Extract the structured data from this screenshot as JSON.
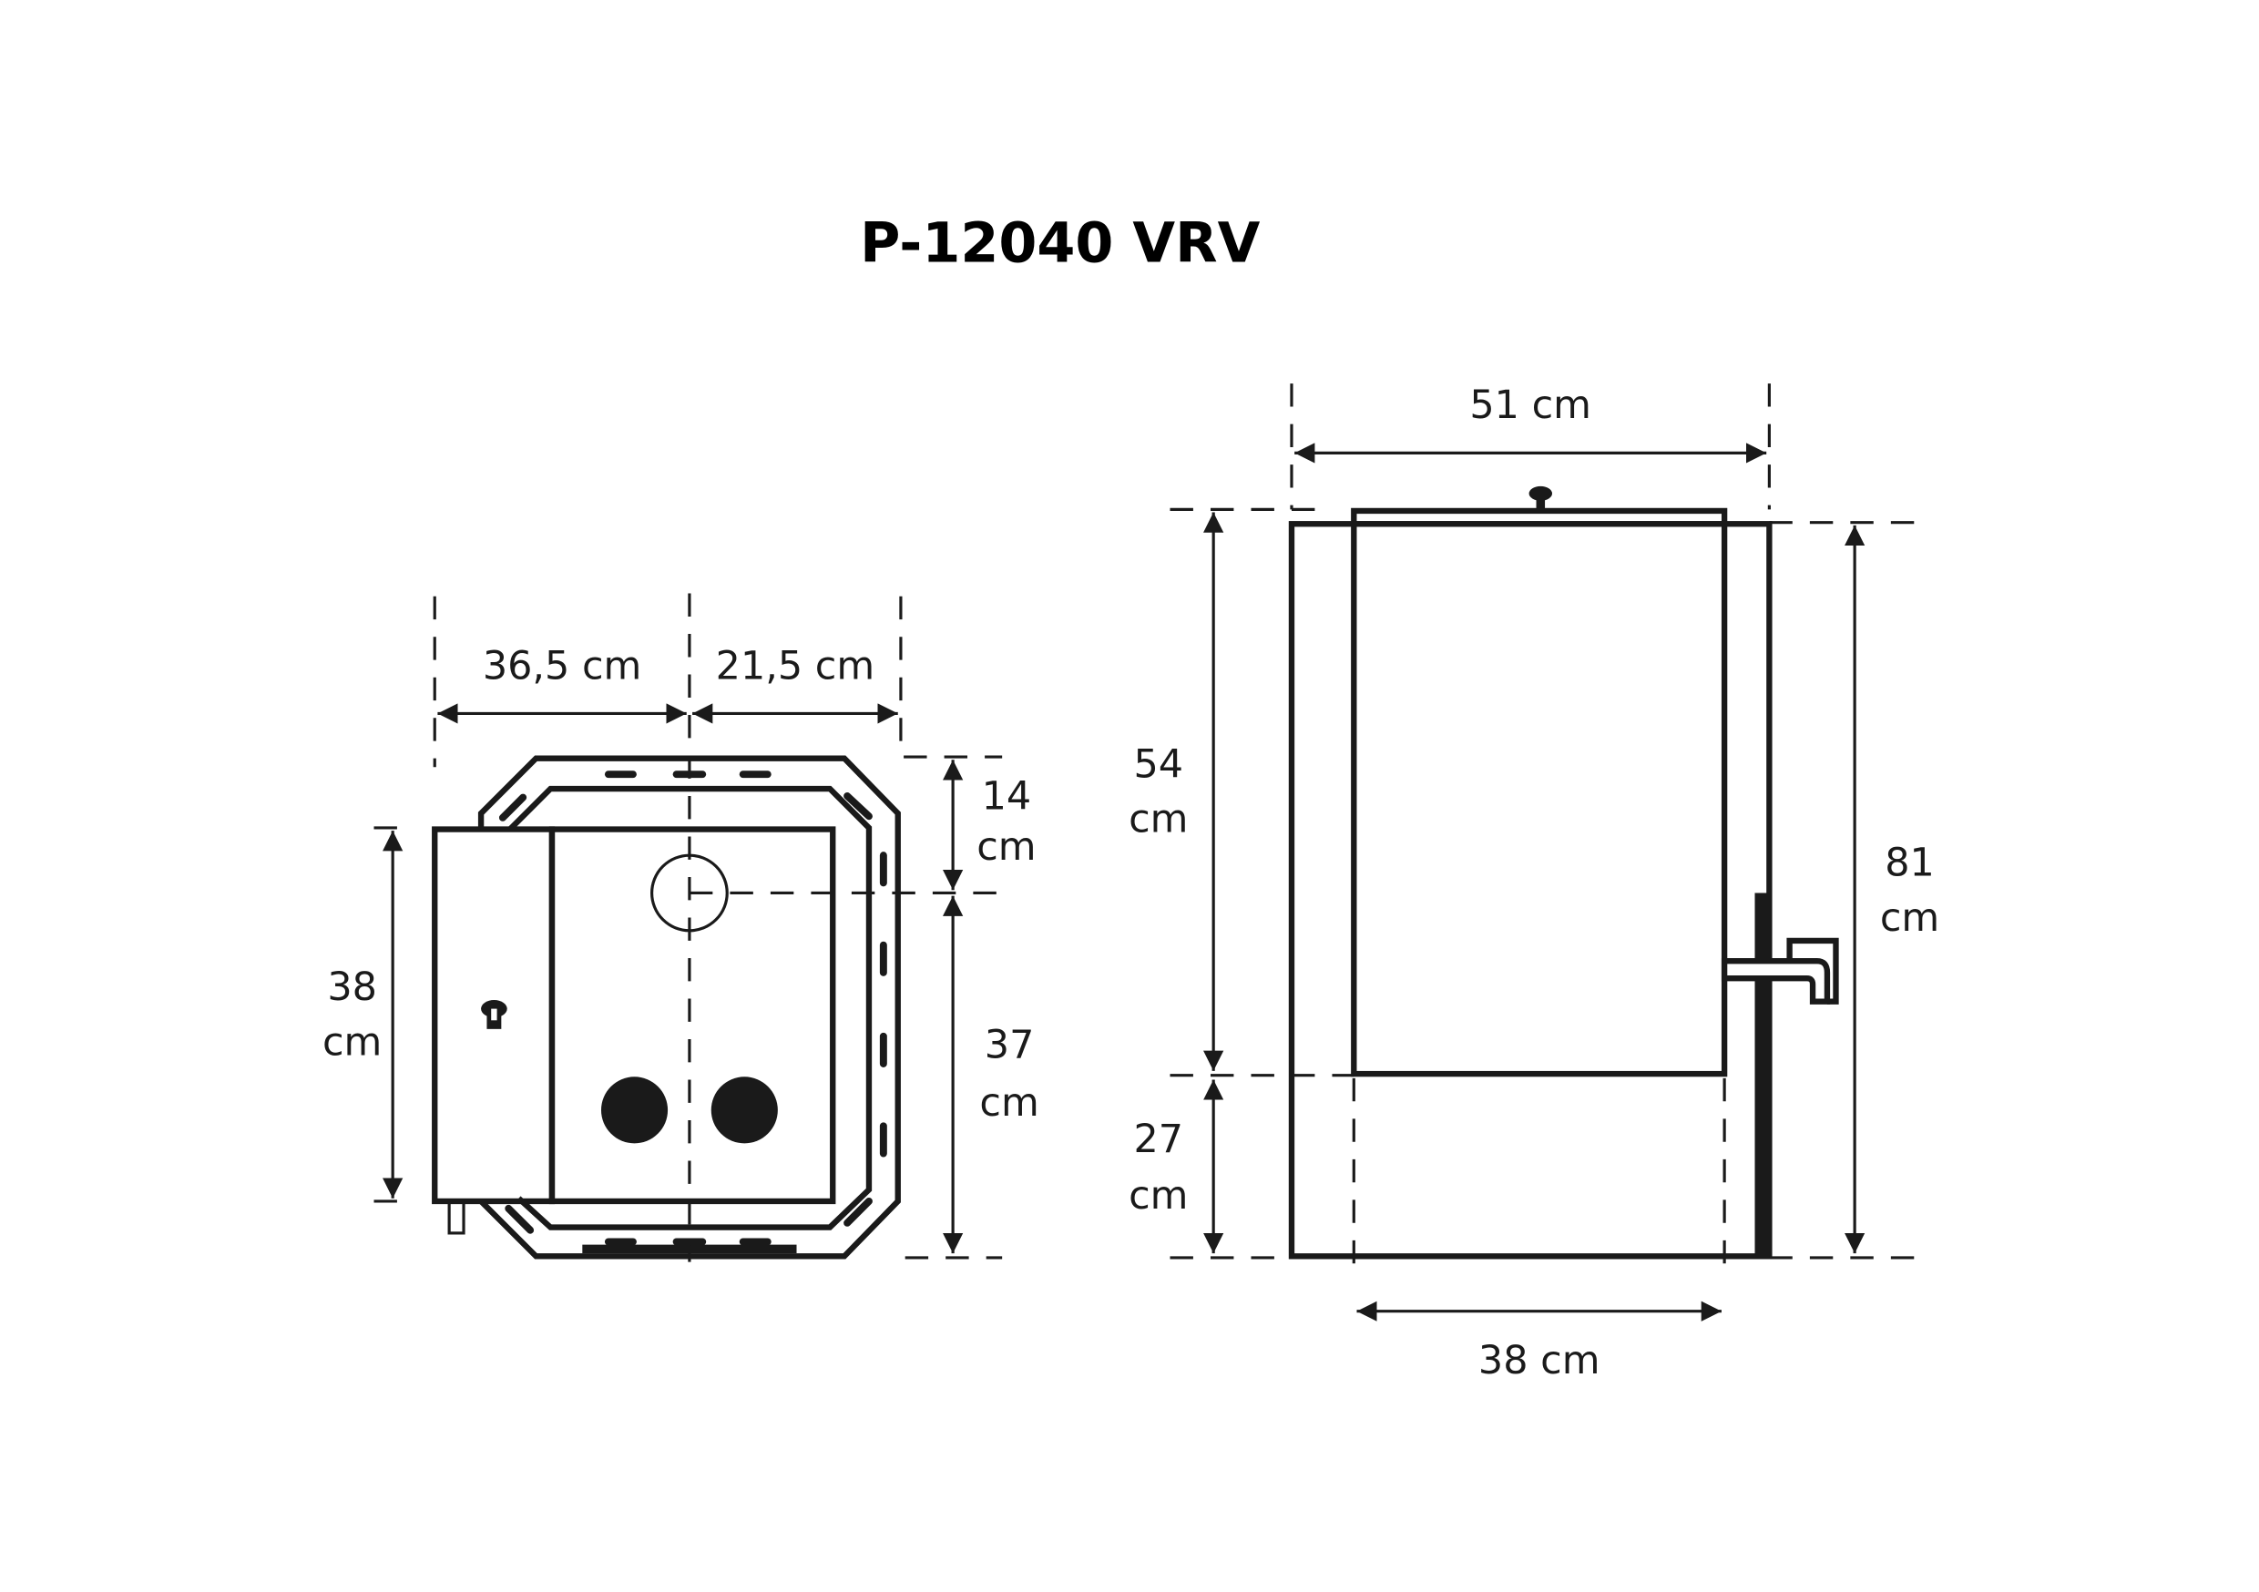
{
  "title": "P-12040 VRV",
  "front_view": {
    "width_left": "36,5 cm",
    "width_right": "21,5 cm",
    "top_offset_value": "14",
    "top_offset_unit": "cm",
    "lower_height_value": "37",
    "lower_height_unit": "cm",
    "door_height_value": "38",
    "door_height_unit": "cm"
  },
  "side_view": {
    "total_width": "51 cm",
    "tank_height_value": "54",
    "tank_height_unit": "cm",
    "base_height_value": "27",
    "base_height_unit": "cm",
    "total_height_value": "81",
    "total_height_unit": "cm",
    "base_width": "38 cm"
  },
  "colors": {
    "line": "#1a1a1a",
    "background": "#ffffff"
  }
}
